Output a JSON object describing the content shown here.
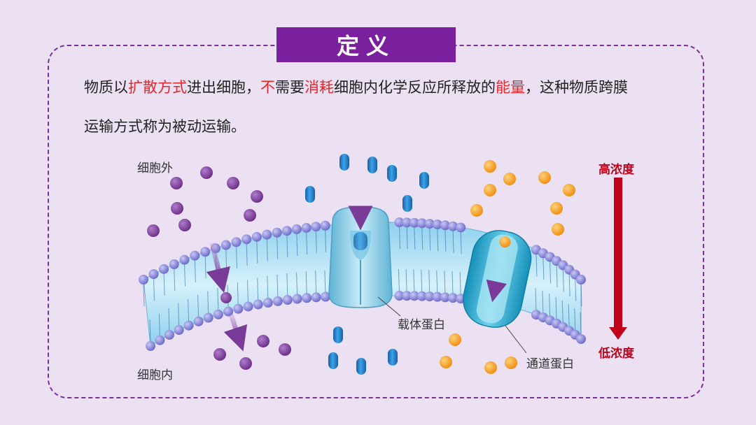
{
  "title": "定义",
  "definition": {
    "p1": [
      {
        "text": "物质以",
        "hl": false
      },
      {
        "text": "扩散方式",
        "hl": true
      },
      {
        "text": "进出细胞，",
        "hl": false
      },
      {
        "text": "不",
        "hl": true
      },
      {
        "text": "需要",
        "hl": false
      },
      {
        "text": "消耗",
        "hl": true
      },
      {
        "text": "细胞内化学反应所释放的",
        "hl": false
      },
      {
        "text": "能量",
        "hl": true
      },
      {
        "text": "，这种物质跨膜",
        "hl": false
      }
    ],
    "p2": "运输方式称为被动运输。"
  },
  "labels": {
    "outside": "细胞外",
    "inside": "细胞内",
    "carrier": "载体蛋白",
    "channel": "通道蛋白",
    "high": "高浓度",
    "low": "低浓度"
  },
  "colors": {
    "purple_title": "#7a1f9e",
    "highlight": "#e8262b",
    "gradient_arrow": "#c2001b",
    "purple_particle": "#7b3a96",
    "blue_particle": "#1e7bc4",
    "orange_particle": "#f5a623"
  }
}
